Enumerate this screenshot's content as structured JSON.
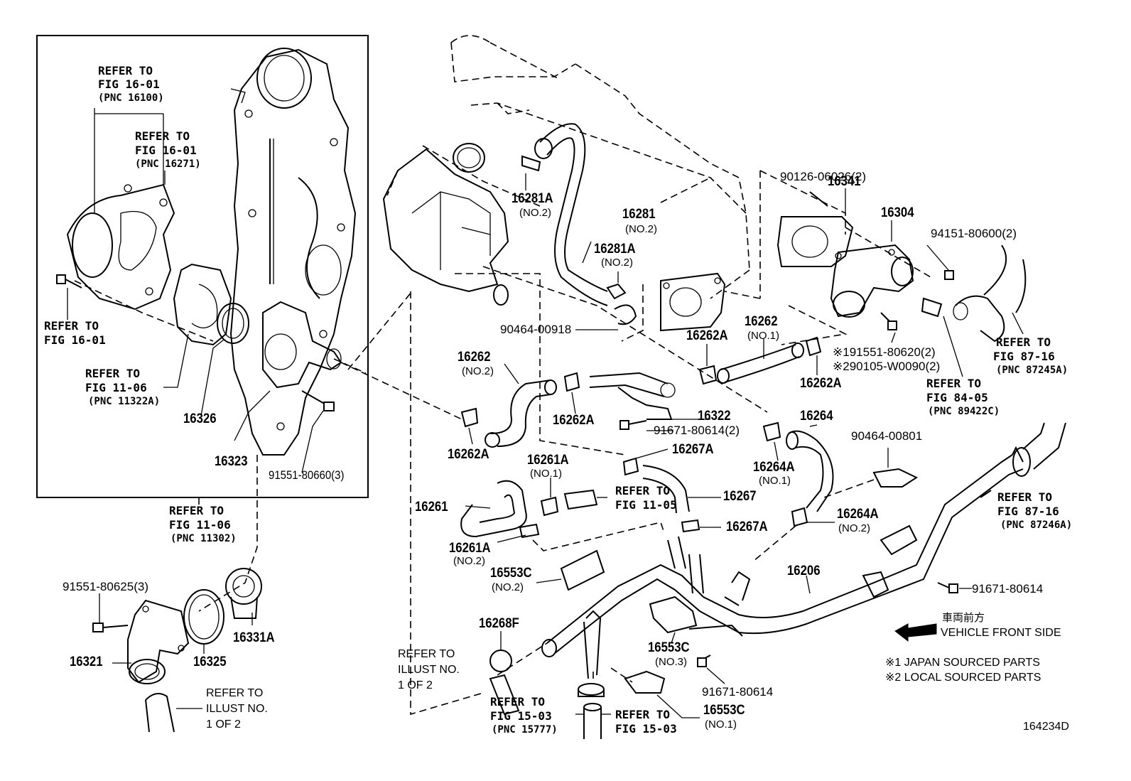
{
  "diagram_id": "164234D",
  "direction": {
    "jp": "車両前方",
    "en": "VEHICLE FRONT SIDE"
  },
  "notes": [
    "※1 JAPAN SOURCED PARTS",
    "※2 LOCAL SOURCED PARTS"
  ],
  "labels": {
    "p16326": "16326",
    "p16323": "16323",
    "p91551_80660": "91551-80660(3)",
    "p91551_80625": "91551-80625(3)",
    "p16321": "16321",
    "p16325": "16325",
    "p16331A": "16331A",
    "p16281A": "16281A",
    "p16281A_sub": "(NO.2)",
    "p16281": "16281",
    "p16281_sub": "(NO.2)",
    "p16281A_b": "16281A",
    "p16281A_b_sub": "(NO.2)",
    "p90464_00918": "90464-00918",
    "p90126": "90126-06026(2)",
    "p16341": "16341",
    "p16304": "16304",
    "p94151": "94151-80600(2)",
    "p16262_top": "16262",
    "p16262_top_sub": "(NO.1)",
    "p16262A_top": "16262A",
    "p191551": "※191551-80620(2)",
    "p290105": "※290105-W0090(2)",
    "p16262A_right": "16262A",
    "p16262_left": "16262",
    "p16262_left_sub": "(NO.2)",
    "p16262A_mid": "16262A",
    "p16262A_low": "16262A",
    "p16322": "16322",
    "p91671_80614_2": "91671-80614(2)",
    "p16264": "16264",
    "p16264A_1": "16264A",
    "p16264A_1_sub": "(NO.1)",
    "p90464_00801": "90464-00801",
    "p16267A_top": "16267A",
    "p16267": "16267",
    "p16267A_low": "16267A",
    "p16264A_2": "16264A",
    "p16264A_2_sub": "(NO.2)",
    "p16261A_1": "16261A",
    "p16261A_1_sub": "(NO.1)",
    "p16261": "16261",
    "p16261A_2": "16261A",
    "p16261A_2_sub": "(NO.2)",
    "p16553C_2": "16553C",
    "p16553C_2_sub": "(NO.2)",
    "p16206": "16206",
    "p91671_80614_r": "91671-80614",
    "p16268F": "16268F",
    "p16553C_3": "16553C",
    "p16553C_3_sub": "(NO.3)",
    "p91671_80614_b": "91671-80614",
    "p16553C_1": "16553C",
    "p16553C_1_sub": "(NO.1)"
  },
  "refs": {
    "r1": {
      "l1": "REFER TO",
      "l2": "FIG 16-01",
      "l3": "(PNC 16100)"
    },
    "r2": {
      "l1": "REFER TO",
      "l2": "FIG 16-01",
      "l3": "(PNC 16271)"
    },
    "r3": {
      "l1": "REFER TO",
      "l2": "FIG 16-01"
    },
    "r4": {
      "l1": "REFER TO",
      "l2": "FIG 11-06",
      "l3": "(PNC 11322A)"
    },
    "r5": {
      "l1": "REFER TO",
      "l2": "FIG 11-06",
      "l3": "(PNC 11302)"
    },
    "r6": {
      "l1": "REFER TO",
      "l2": "ILLUST NO.",
      "l3": "1 OF 2"
    },
    "r7": {
      "l1": "REFER TO",
      "l2": "ILLUST NO.",
      "l3": "1 OF 2"
    },
    "r8": {
      "l1": "REFER TO",
      "l2": "FIG 15-03",
      "l3": "(PNC 15777)"
    },
    "r9": {
      "l1": "REFER TO",
      "l2": "FIG 15-03"
    },
    "r10": {
      "l1": "REFER TO",
      "l2": "FIG 11-05"
    },
    "r11": {
      "l1": "REFER TO",
      "l2": "FIG 87-16",
      "l3": "(PNC 87245A)"
    },
    "r12": {
      "l1": "REFER TO",
      "l2": "FIG 84-05",
      "l3": "(PNC 89422C)"
    },
    "r13": {
      "l1": "REFER TO",
      "l2": "FIG 87-16",
      "l3": "(PNC 87246A)"
    }
  }
}
